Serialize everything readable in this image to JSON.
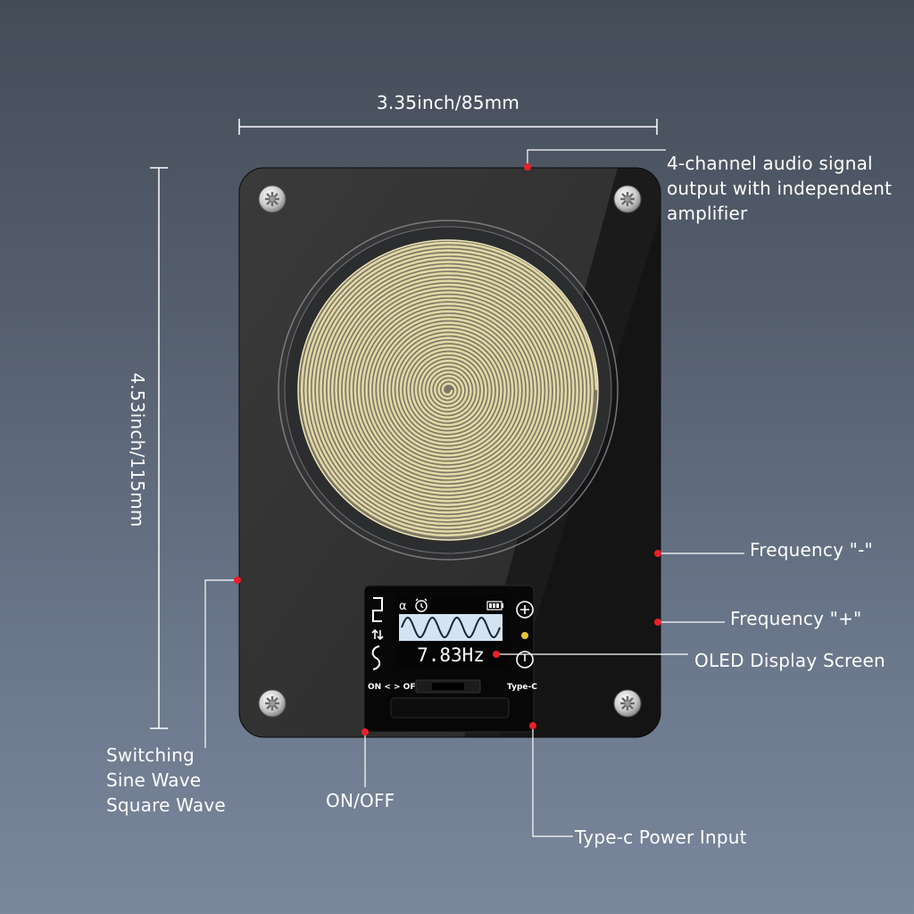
{
  "dimensions": {
    "width": "3.35inch/85mm",
    "height": "4.53inch/115mm"
  },
  "callouts": {
    "audio_output": [
      "4-channel audio signal",
      "output with independent",
      "amplifier"
    ],
    "frequency_minus": "Frequency \"-\"",
    "frequency_plus": "Frequency \"+\"",
    "oled": "OLED Display Screen",
    "switching": [
      "Switching",
      "Sine Wave",
      "Square Wave"
    ],
    "on_off": "ON/OFF",
    "type_c": "Type-c Power Input"
  },
  "panel": {
    "frequency_readout": "7.83Hz",
    "on_off_marking": "ON < > OFF",
    "type_c_marking": "Type-C",
    "alpha_symbol": "α"
  },
  "colors": {
    "panel": "#151515",
    "coil": "#e3d8a6",
    "marker": "#e8202a",
    "screen": "#cfe0f0"
  },
  "icons": [
    "screw-icon",
    "alarm-clock-icon",
    "battery-icon",
    "plus-circle-icon",
    "power-icon",
    "square-wave-icon",
    "sine-wave-icon",
    "led-indicator-icon"
  ]
}
